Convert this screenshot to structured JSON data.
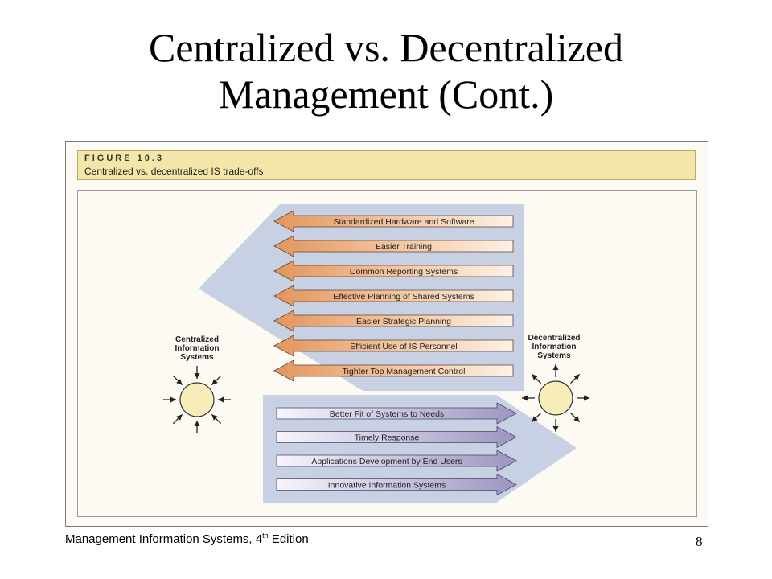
{
  "slide": {
    "title_line1": "Centralized vs. Decentralized",
    "title_line2": "Management (Cont.)"
  },
  "figure": {
    "number": "FIGURE 10.3",
    "caption": "Centralized vs. decentralized IS trade-offs",
    "left_label": [
      "Centralized",
      "Information",
      "Systems"
    ],
    "right_label": [
      "Decentralized",
      "Information",
      "Systems"
    ],
    "centralized_advantages": [
      "Standardized Hardware and Software",
      "Easier Training",
      "Common Reporting Systems",
      "Effective Planning of Shared Systems",
      "Easier Strategic Planning",
      "Efficient Use of IS Personnel",
      "Tighter Top Management Control"
    ],
    "decentralized_advantages": [
      "Better Fit of Systems to Needs",
      "Timely Response",
      "Applications Development by End Users",
      "Innovative Information Systems"
    ],
    "colors": {
      "orange_arrow": "#e8a06a",
      "purple_arrow": "#a8a2c8",
      "panel_blue": "#c7d1e3",
      "circle_fill": "#f6edb8",
      "header_bg": "#f3e6a8"
    }
  },
  "footer": {
    "book": "Management Information Systems, 4",
    "sup": "th",
    "edition": " Edition",
    "page": "8"
  }
}
